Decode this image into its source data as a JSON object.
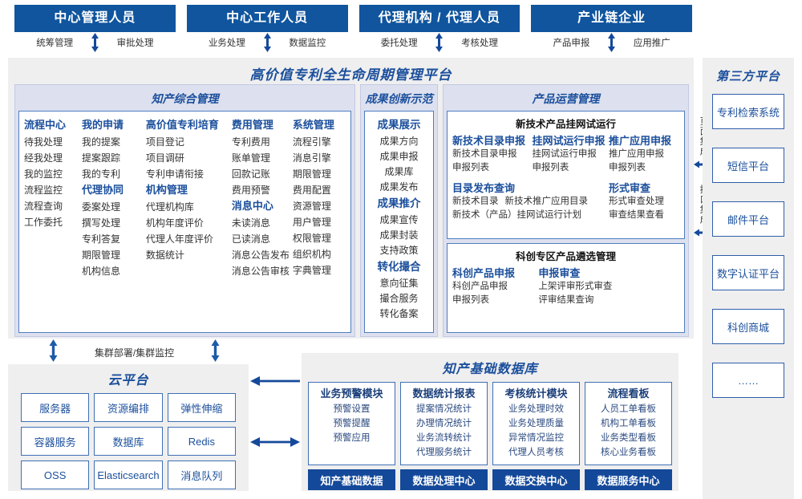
{
  "roles": [
    {
      "title": "中心管理人员",
      "left": "统筹管理",
      "right": "审批处理"
    },
    {
      "title": "中心工作人员",
      "left": "业务处理",
      "right": "数据监控"
    },
    {
      "title": "代理机构 / 代理人员",
      "left": "委托处理",
      "right": "考核处理"
    },
    {
      "title": "产业链企业",
      "left": "产品申报",
      "right": "应用推广"
    }
  ],
  "platform": {
    "title": "高价值专利全生命周期管理平台",
    "knowledge": {
      "title": "知产综合管理",
      "columns": [
        {
          "groups": [
            {
              "head": "流程中心",
              "items": [
                "待我处理",
                "经我处理",
                "我的监控",
                "流程监控",
                "流程查询",
                "工作委托"
              ]
            }
          ]
        },
        {
          "groups": [
            {
              "head": "我的申请",
              "items": [
                "我的提案",
                "提案跟踪",
                "我的专利"
              ]
            },
            {
              "head": "代理协同",
              "items": [
                "委案处理",
                "撰写处理",
                "专利答复",
                "期限管理",
                "机构信息"
              ]
            }
          ]
        },
        {
          "groups": [
            {
              "head": "高价值专利培育",
              "items": [
                "项目登记",
                "项目调研",
                "专利申请衔接"
              ]
            },
            {
              "head": "机构管理",
              "items": [
                "代理机构库",
                "机构年度评价",
                "代理人年度评价",
                "数据统计"
              ]
            }
          ]
        },
        {
          "groups": [
            {
              "head": "费用管理",
              "items": [
                "专利费用",
                "账单管理",
                "回款记账",
                "费用预警"
              ]
            },
            {
              "head": "消息中心",
              "items": [
                "未读消息",
                "已读消息",
                "消息公告发布",
                "消息公告审核"
              ]
            }
          ]
        },
        {
          "groups": [
            {
              "head": "系统管理",
              "items": [
                "流程引擎",
                "消息引擎",
                "期限管理",
                "费用配置",
                "资源管理",
                "用户管理",
                "权限管理",
                "组织机构",
                "字典管理"
              ]
            }
          ]
        }
      ]
    },
    "achievement": {
      "title": "成果创新示范",
      "groups": [
        {
          "head": "成果展示",
          "items": [
            "成果方向",
            "成果申报",
            "成果库",
            "成果发布"
          ]
        },
        {
          "head": "成果推介",
          "items": [
            "成果宣传",
            "成果封装",
            "支持政策"
          ]
        },
        {
          "head": "转化撮合",
          "items": [
            "意向征集",
            "撮合服务",
            "转化备案"
          ]
        }
      ]
    },
    "product": {
      "title": "产品运营管理",
      "trial": {
        "title": "新技术产品挂网试运行",
        "columns": [
          {
            "head": "新技术目录申报",
            "items": [
              "新技术目录申报",
              "申报列表"
            ]
          },
          {
            "head": "挂网试运行申报",
            "items": [
              "挂网试运行申报",
              "申报列表"
            ]
          },
          {
            "head": "推广应用申报",
            "items": [
              "推广应用申报",
              "申报列表"
            ]
          }
        ],
        "row2": [
          {
            "head": "目录发布查询",
            "inline": [
              "新技术目录",
              "新技术推广应用目录"
            ],
            "items": [
              "新技术（产品）挂网试运行计划"
            ]
          },
          {
            "head": "形式审查",
            "items": [
              "形式审查处理",
              "审查结果查看"
            ]
          }
        ]
      },
      "kechuang": {
        "title": "科创专区产品遴选管理",
        "columns": [
          {
            "head": "科创产品申报",
            "items": [
              "科创产品申报",
              "申报列表"
            ]
          },
          {
            "head": "申报审查",
            "items": [
              "上架评审形式审查",
              "评审结果查询"
            ]
          }
        ]
      }
    }
  },
  "integration": {
    "page_label": "页面集成",
    "api_label": "接口集成"
  },
  "third_party": {
    "title": "第三方平台",
    "items": [
      "专利检索系统",
      "短信平台",
      "邮件平台",
      "数字认证平台",
      "科创商城",
      "……"
    ]
  },
  "cluster_label": "集群部署/集群监控",
  "cloud": {
    "title": "云平台",
    "cells": [
      "服务器",
      "资源编排",
      "弹性伸缩",
      "容器服务",
      "数据库",
      "Redis",
      "OSS",
      "Elasticsearch",
      "消息队列"
    ]
  },
  "database": {
    "title": "知产基础数据库",
    "columns": [
      {
        "head": "业务预警模块",
        "items": [
          "预警设置",
          "预警提醒",
          "预警应用"
        ],
        "foot": "知产基础数据"
      },
      {
        "head": "数据统计报表",
        "items": [
          "提案情况统计",
          "办理情况统计",
          "业务流转统计",
          "代理服务统计"
        ],
        "foot": "数据处理中心"
      },
      {
        "head": "考核统计模块",
        "items": [
          "业务处理时效",
          "业务处理质量",
          "异常情况监控",
          "代理人员考核"
        ],
        "foot": "数据交换中心"
      },
      {
        "head": "流程看板",
        "items": [
          "人员工单看板",
          "机构工单看板",
          "业务类型看板",
          "核心业务看板"
        ],
        "foot": "数据服务中心"
      }
    ]
  },
  "colors": {
    "brand": "#10559e",
    "accent": "#1b4f9c",
    "panel": "#dde0ef",
    "surface": "#efefef"
  }
}
